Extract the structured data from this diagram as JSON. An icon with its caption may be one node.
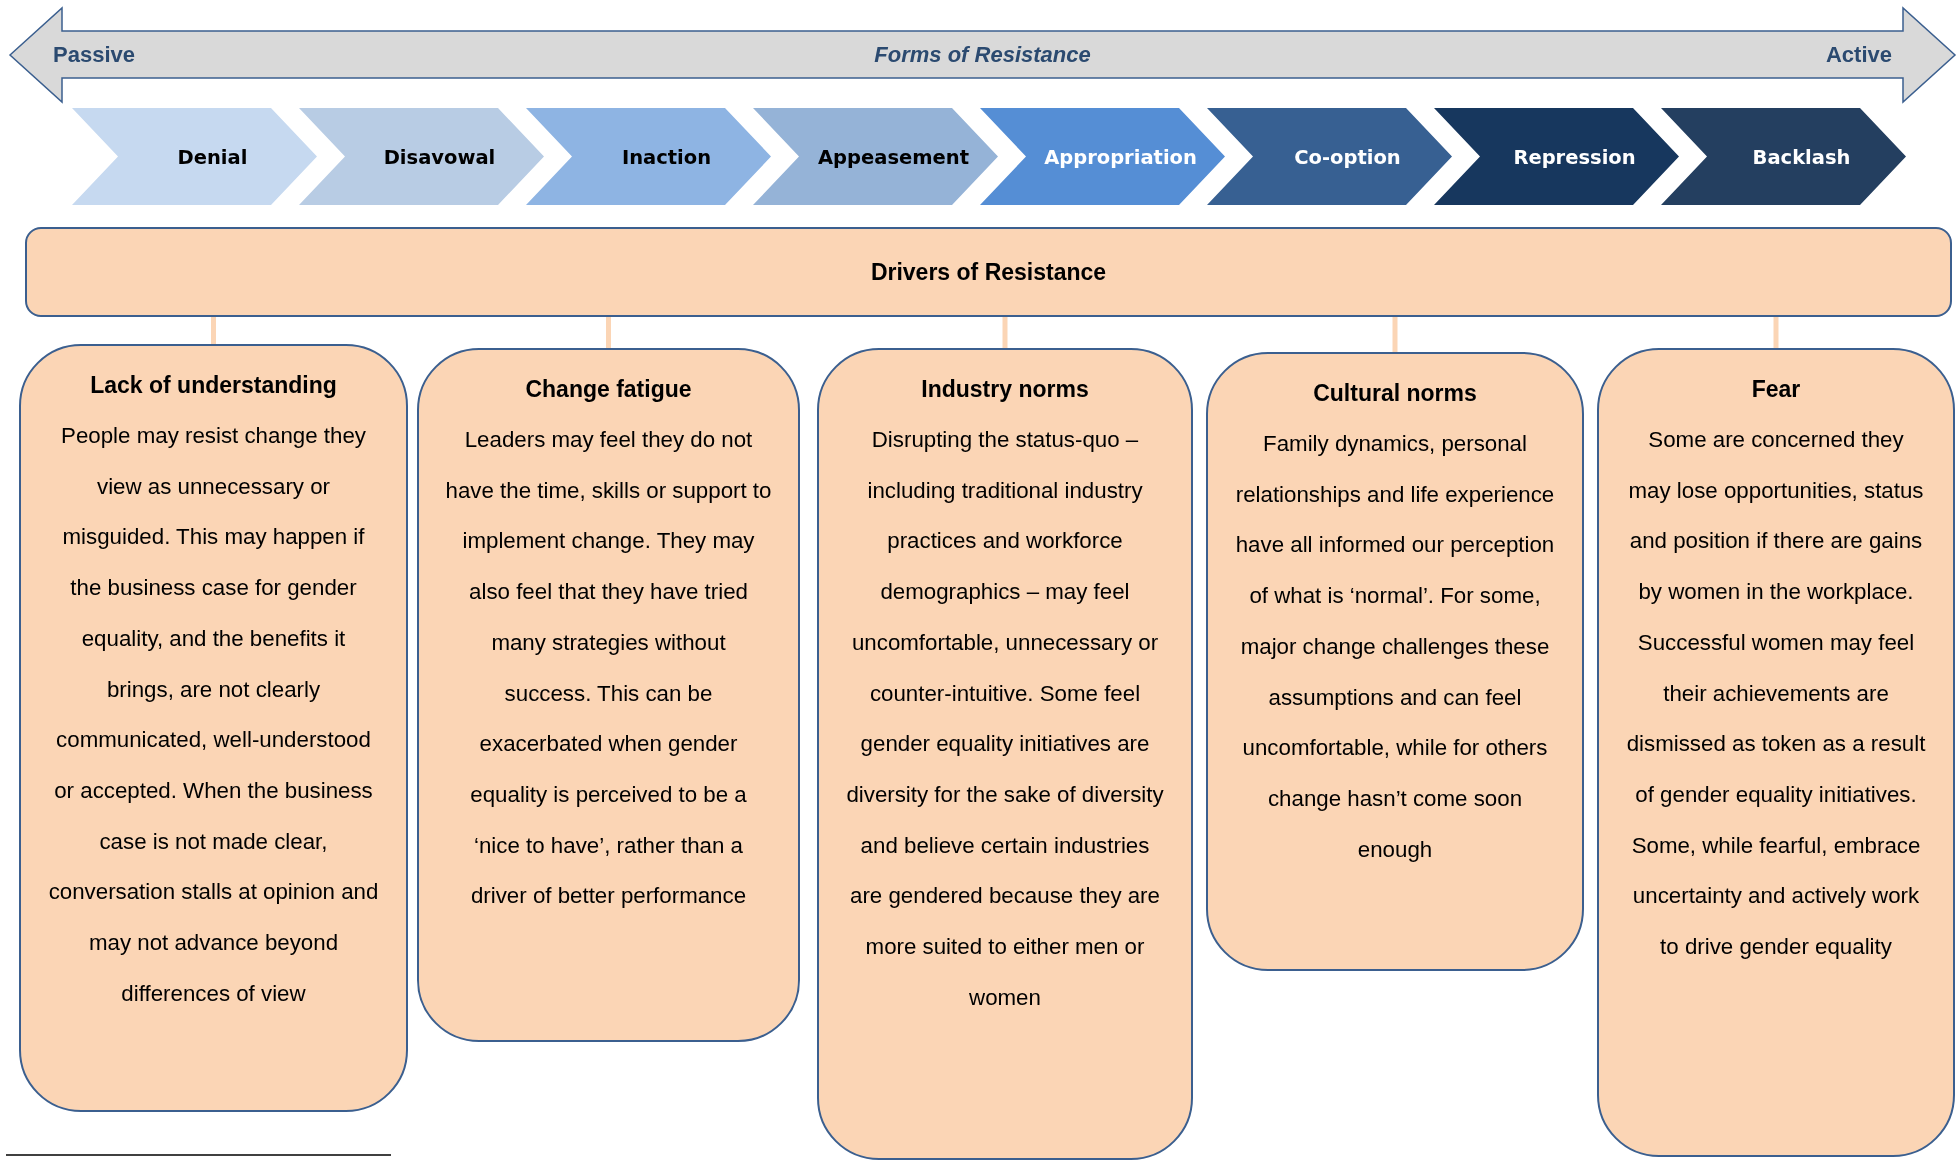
{
  "diagram": {
    "nodes": [
      {
        "text": [
          "Passive",
          "Forms of Resistance",
          "Active"
        ]
      },
      {
        "text": [
          "Denial"
        ]
      },
      {
        "text": [
          "Disavowal"
        ]
      },
      {
        "text": [
          "Inaction"
        ]
      },
      {
        "text": [
          "Appeasement"
        ]
      },
      {
        "text": [
          "Appropriation"
        ]
      },
      {
        "text": [
          "Co-option"
        ]
      },
      {
        "text": [
          "Repression"
        ]
      },
      {
        "text": [
          "Backlash"
        ]
      },
      {
        "text": [
          "Drivers of Resistance"
        ]
      },
      {
        "text": [
          "Lack of understanding",
          "People may resist change they view as unnecessary or misguided. This may happen if the business case for gender equality, and the benefits it brings, are not clearly communicated, well-understood or accepted. When the business case is not made clear, conversation stalls at opinion and may not advance beyond differences of view"
        ]
      },
      {
        "text": [
          "Change fatigue",
          "Leaders may feel they do not have the time, skills or support to implement change. They may also feel that they have tried many strategies without success. This can be exacerbated when gender equality is perceived to be a ‘nice to have’, rather than a driver of better performance"
        ]
      },
      {
        "text": [
          "Industry norms",
          "Disrupting the status-quo – including traditional industry practices and workforce demographics – may feel uncomfortable, unnecessary or counter-intuitive. Some feel gender equality initiatives are diversity for the sake of diversity and believe certain industries are gendered because they are more suited to either men or women"
        ]
      },
      {
        "text": [
          "Cultural norms",
          "Family dynamics, personal relationships and life experience have all informed our perception of what is ‘normal’. For some, major change challenges these assumptions and can feel uncomfortable, while for others change hasn’t come soon enough"
        ]
      },
      {
        "text": [
          "Fear",
          "Some are concerned they may lose opportunities, status and position if there are gains by women in the workplace. Successful women may feel their achievements are dismissed as token as a result of gender equality initiatives. Some, while fearful, embrace uncertainty and actively work to drive gender equality"
        ]
      }
    ],
    "edges": [
      {
        "from": 9,
        "to": 10,
        "arrow": "none"
      },
      {
        "from": 9,
        "to": 11,
        "arrow": "none"
      },
      {
        "from": 9,
        "to": 12,
        "arrow": "none"
      },
      {
        "from": 9,
        "to": 13,
        "arrow": "none"
      },
      {
        "from": 9,
        "to": 14,
        "arrow": "none"
      }
    ]
  }
}
